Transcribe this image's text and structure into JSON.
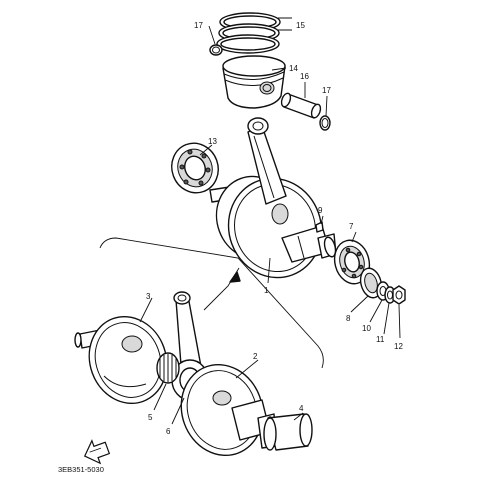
{
  "diagram": {
    "drawing_code": "3EB351-5030",
    "fwd_icon": "fwd-arrow-icon",
    "callouts": {
      "c1": "1",
      "c2": "2",
      "c3": "3",
      "c4": "4",
      "c5": "5",
      "c6": "6",
      "c7": "7",
      "c8": "8",
      "c9": "9",
      "c10": "10",
      "c11": "11",
      "c12": "12",
      "c13": "13",
      "c14": "14",
      "c15": "15",
      "c16": "16",
      "c17a": "17",
      "c17b": "17"
    }
  }
}
